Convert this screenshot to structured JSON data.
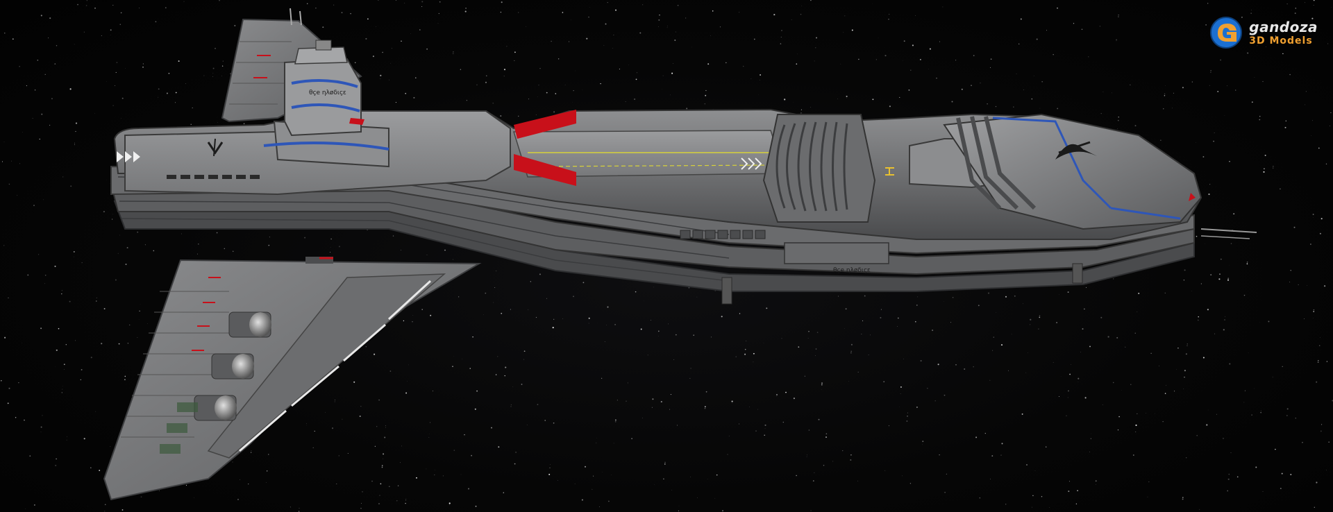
{
  "logo": {
    "brand": "gandoza",
    "subtitle": "3D Models"
  },
  "hull_markings": {
    "tower_text": "θçe ηλøδιçε",
    "lower_text": "θçe ηλøδιçε"
  },
  "colors": {
    "space": "#050505",
    "hull": "#7a7b7d",
    "hull_dark": "#4d4e50",
    "hull_light": "#9a9b9d",
    "accent_red": "#c8101a",
    "accent_blue": "#2e56b8",
    "logo_blue": "#1b6fd1",
    "logo_orange": "#f0a030"
  },
  "icons": [
    "gandoza-logo-icon"
  ]
}
